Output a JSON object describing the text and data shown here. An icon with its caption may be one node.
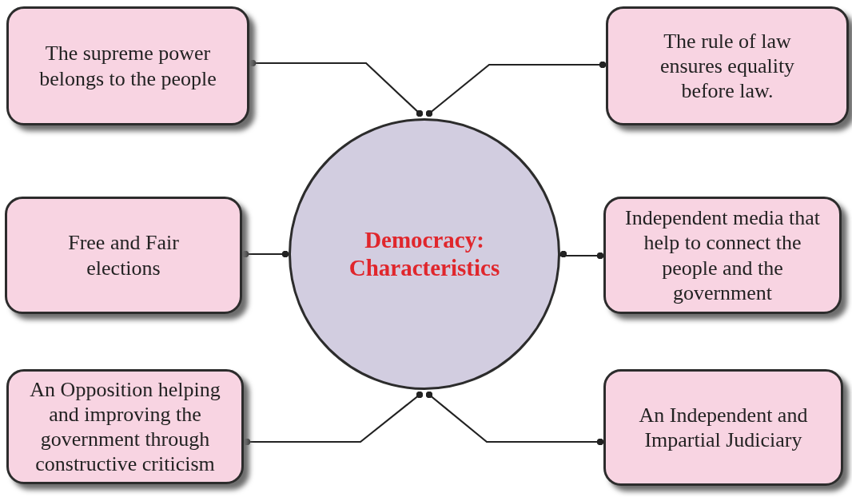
{
  "diagram": {
    "nodes": [
      {
        "text": [
          "The supreme power belongs to the people"
        ]
      },
      {
        "text": [
          "The rule of law ensures equality before law."
        ]
      },
      {
        "text": [
          "Free and Fair elections"
        ]
      },
      {
        "text": [
          "Democracy: Characteristics"
        ]
      },
      {
        "text": [
          "Independent media that help to connect the people and the government"
        ]
      },
      {
        "text": [
          "An Opposition helping and improving the government through constructive criticism"
        ]
      },
      {
        "text": [
          "An Independent and Impartial Judiciary"
        ]
      }
    ],
    "edges": [
      {
        "from": 3,
        "to": 0,
        "arrow": "other"
      },
      {
        "from": 3,
        "to": 1,
        "arrow": "other"
      },
      {
        "from": 3,
        "to": 2,
        "arrow": "other"
      },
      {
        "from": 3,
        "to": 4,
        "arrow": "other"
      },
      {
        "from": 3,
        "to": 5,
        "arrow": "other"
      },
      {
        "from": 3,
        "to": 6,
        "arrow": "other"
      }
    ]
  }
}
